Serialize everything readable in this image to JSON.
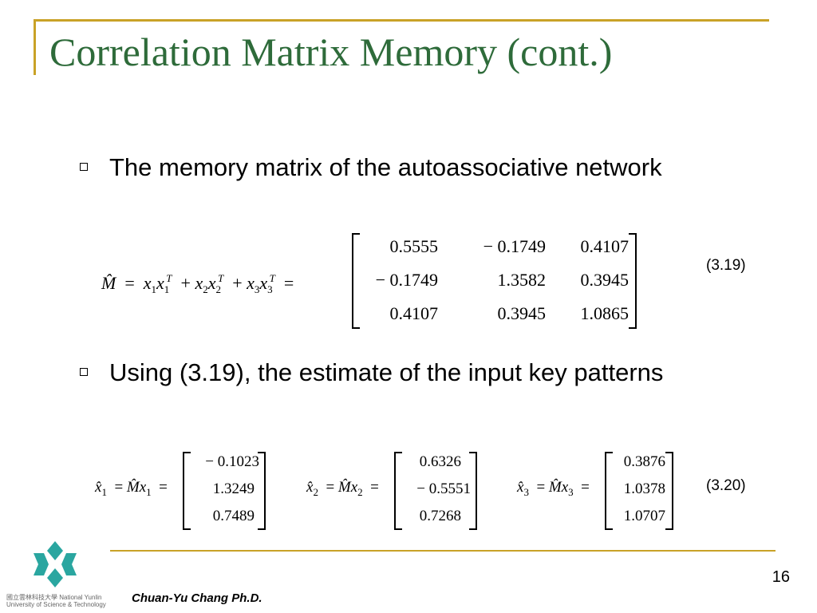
{
  "slide": {
    "title": "Correlation Matrix Memory (cont.)",
    "page_number": "16",
    "author": "Chuan-Yu Chang Ph.D.",
    "logo_text": "國立雲林科技大學 National Yunlin University of Science & Technology"
  },
  "bullets": [
    "The memory matrix of the autoassociative network",
    "Using (3.19), the estimate of the input key patterns"
  ],
  "eq319": {
    "number": "(3.19)",
    "matrix": [
      [
        "0.5555",
        "− 0.1749",
        "0.4107"
      ],
      [
        "− 0.1749",
        "1.3582",
        "0.3945"
      ],
      [
        "0.4107",
        "0.3945",
        "1.0865"
      ]
    ]
  },
  "eq320": {
    "number": "(3.20)",
    "vectors": [
      [
        "− 0.1023",
        "1.3249",
        "0.7489"
      ],
      [
        "0.6326",
        "− 0.5551",
        "0.7268"
      ],
      [
        "0.3876",
        "1.0378",
        "1.0707"
      ]
    ]
  },
  "colors": {
    "title": "#2e6b3a",
    "accent_line": "#c9a227",
    "logo": "#2aa6a0"
  }
}
